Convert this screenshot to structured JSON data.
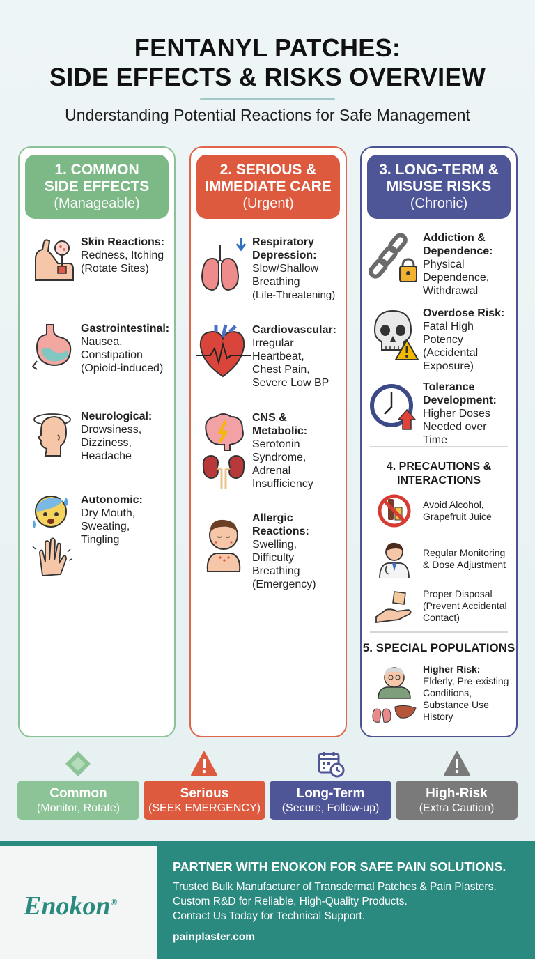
{
  "header": {
    "title_line1": "FENTANYL PATCHES:",
    "title_line2": "SIDE EFFECTS & RISKS OVERVIEW",
    "subtitle": "Understanding Potential Reactions for Safe Management"
  },
  "columns": [
    {
      "heading_line1": "1. COMMON",
      "heading_line2": "SIDE EFFECTS",
      "heading_sub": "(Manageable)",
      "color": "#7db887",
      "items": [
        {
          "title": "Skin Reactions:",
          "lines": [
            "Redness, Itching",
            "(Rotate Sites)"
          ],
          "icon": "arm-patch-icon"
        },
        {
          "title": "Gastrointestinal:",
          "lines": [
            "Nausea,",
            "Constipation",
            "(Opioid-induced)"
          ],
          "icon": "stomach-icon"
        },
        {
          "title": "Neurological:",
          "lines": [
            "Drowsiness,",
            "Dizziness,",
            "Headache"
          ],
          "icon": "dizzy-head-icon"
        },
        {
          "title": "Autonomic:",
          "lines": [
            "Dry Mouth,",
            "Sweating,",
            "Tingling"
          ],
          "icon": "sweating-face-icon"
        }
      ]
    },
    {
      "heading_line1": "2. SERIOUS &",
      "heading_line2": "IMMEDIATE CARE",
      "heading_sub": "(Urgent)",
      "color": "#de5a3f",
      "items": [
        {
          "title_lines": [
            "Respiratory",
            "Depression:"
          ],
          "lines": [
            "Slow/Shallow",
            "Breathing",
            "(Life-Threatening)"
          ],
          "icon": "lungs-icon"
        },
        {
          "title_lines": [
            "Cardiovascular:"
          ],
          "lines": [
            "Irregular",
            "Heartbeat,",
            "Chest Pain,",
            "Severe Low BP"
          ],
          "icon": "heart-icon"
        },
        {
          "title_lines": [
            "CNS &",
            "Metabolic:"
          ],
          "lines": [
            "Serotonin",
            "Syndrome,",
            "Adrenal",
            "Insufficiency"
          ],
          "icon": "brain-kidney-icon"
        },
        {
          "title_lines": [
            "Allergic",
            "Reactions:"
          ],
          "lines": [
            "Swelling,",
            "Difficulty",
            "Breathing",
            "(Emergency)"
          ],
          "icon": "allergic-person-icon"
        }
      ]
    },
    {
      "heading_line1": "3. LONG-TERM &",
      "heading_line2": "MISUSE RISKS",
      "heading_sub": "(Chronic)",
      "color": "#4f5697",
      "items": [
        {
          "title_lines": [
            "Addiction &",
            "Dependence:"
          ],
          "lines": [
            "Physical",
            "Dependence,",
            "Withdrawal"
          ],
          "icon": "chain-lock-icon"
        },
        {
          "title_lines": [
            "Overdose Risk:"
          ],
          "lines": [
            "Fatal High",
            "Potency",
            "(Accidental",
            "Exposure)"
          ],
          "icon": "skull-warning-icon"
        },
        {
          "title_lines": [
            "Tolerance",
            "Development:"
          ],
          "lines": [
            "Higher Doses",
            "Needed over Time"
          ],
          "icon": "clock-up-icon"
        }
      ],
      "precautions": {
        "title_line1": "4. PRECAUTIONS &",
        "title_line2": "INTERACTIONS",
        "items": [
          {
            "lines": [
              "Avoid Alcohol,",
              "Grapefruit Juice"
            ],
            "icon": "no-alcohol-icon"
          },
          {
            "lines": [
              "Regular Monitoring",
              "& Dose Adjustment"
            ],
            "icon": "doctor-icon"
          },
          {
            "lines": [
              "Proper Disposal",
              "(Prevent Accidental",
              "Contact)"
            ],
            "icon": "hand-patch-icon"
          }
        ]
      },
      "special": {
        "title": "5. SPECIAL POPULATIONS",
        "label": "Higher Risk:",
        "lines": [
          "Elderly, Pre-existing",
          "Conditions,",
          "Substance Use",
          "History"
        ],
        "icon": "elderly-organs-icon"
      }
    }
  ],
  "legend": [
    {
      "label": "Common",
      "sub": "(Monitor, Rotate)",
      "color": "#7db887",
      "icon": "diamond-patch-icon"
    },
    {
      "label": "Serious",
      "sub": "(SEEK EMERGENCY)",
      "color": "#de5a3f",
      "icon": "warning-red-icon"
    },
    {
      "label": "Long-Term",
      "sub": "(Secure, Follow-up)",
      "color": "#4f5697",
      "icon": "calendar-clock-icon"
    },
    {
      "label": "High-Risk",
      "sub": "(Extra Caution)",
      "color": "#7a7a7a",
      "icon": "warning-grey-icon"
    }
  ],
  "footer": {
    "brand": "Enokon",
    "brand_mark": "®",
    "headline": "PARTNER WITH ENOKON FOR SAFE PAIN SOLUTIONS.",
    "lines": [
      "Trusted Bulk Manufacturer of Transdermal Patches & Pain Plasters.",
      "Custom R&D for Reliable, High-Quality Products.",
      "Contact Us Today for Technical Support."
    ],
    "url": "painplaster.com",
    "color": "#2a8a80"
  }
}
